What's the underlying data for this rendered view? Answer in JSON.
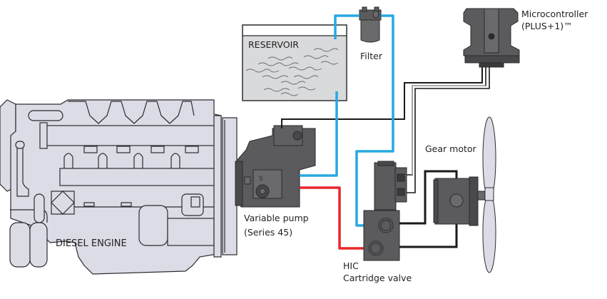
{
  "diagram": {
    "title": "Hydraulic fan drive system",
    "colors": {
      "supply_line": "#27a9e1",
      "pressure_line": "#e8262b",
      "signal_wire": "#1a1a1a",
      "engine_fill": "#dcdce6",
      "component_fill": "#5b5b5e",
      "reservoir_fill": "#d9dadc"
    },
    "components": {
      "reservoir": {
        "label": "RESERVOIR"
      },
      "filter": {
        "label": "Filter"
      },
      "microcontroller": {
        "line1": "Microcontroller",
        "line2": "(PLUS+1)™"
      },
      "gear_motor": {
        "label": "Gear motor"
      },
      "variable_pump": {
        "line1": "Variable pump",
        "line2": "(Series 45)"
      },
      "diesel_engine": {
        "label": "DIESEL ENGINE"
      },
      "hic_valve": {
        "line1": "HIC",
        "line2": "Cartridge valve"
      }
    }
  }
}
